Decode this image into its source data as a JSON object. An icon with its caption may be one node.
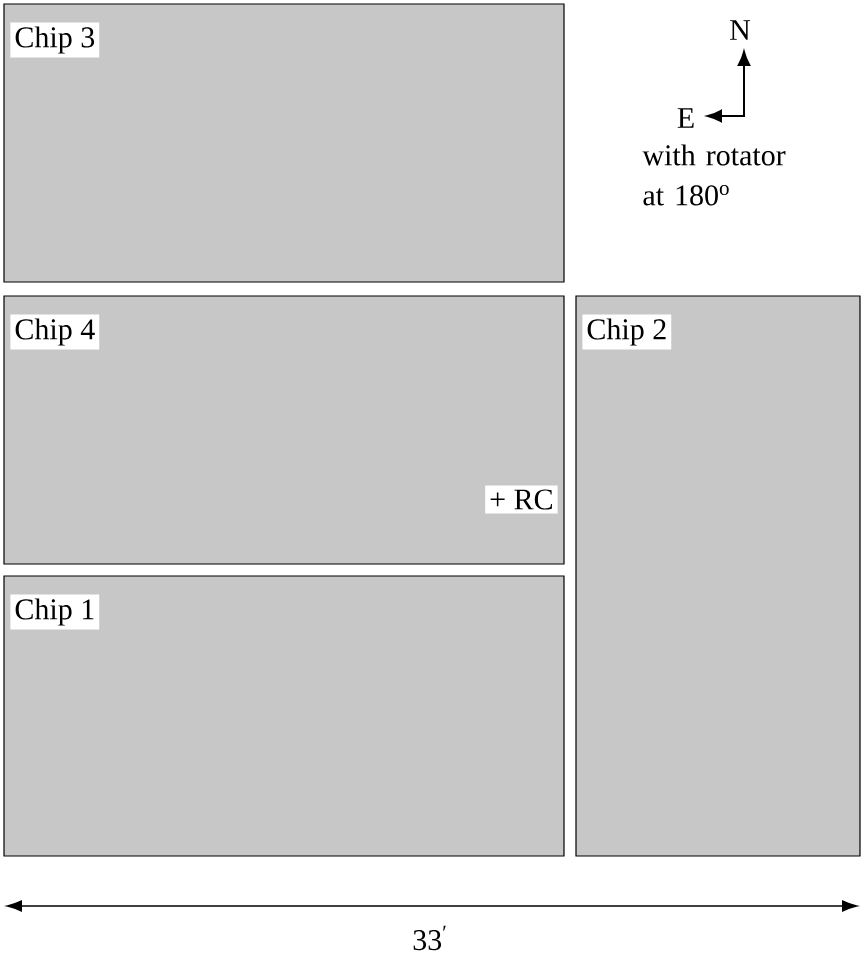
{
  "diagram": {
    "nodes": [
      {
        "text": [
          "Chip 3"
        ]
      },
      {
        "text": [
          "Chip 4",
          "+ RC"
        ]
      },
      {
        "text": [
          "Chip 2"
        ]
      },
      {
        "text": [
          "Chip 1"
        ]
      }
    ],
    "edges": [],
    "labels": [
      "N",
      "E",
      "with rotator at 180$^{o}$",
      "33$^{′}$"
    ]
  }
}
